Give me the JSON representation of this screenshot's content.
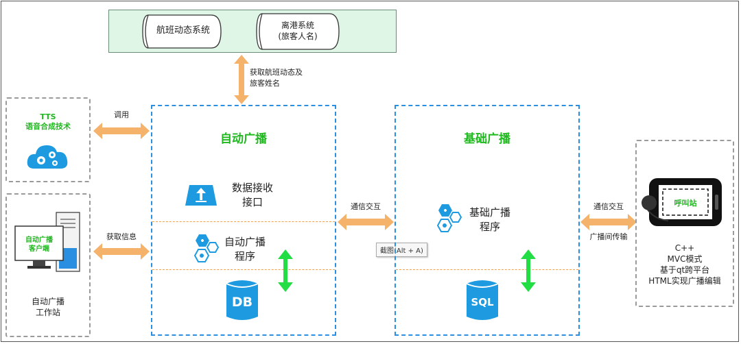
{
  "top_system": {
    "flight_system": "航班动态系统",
    "port_system": "离港系统\n(旅客人名)",
    "arrow_label": "获取航班动态及\n旅客姓名"
  },
  "tts": {
    "title": "TTS\n语音合成技术",
    "arrow_label": "调用"
  },
  "workstation": {
    "screen_label": "自动广播\n客户端",
    "caption": "自动广播\n工作站",
    "arrow_label": "获取信息"
  },
  "auto_broadcast": {
    "title": "自动广播",
    "data_interface": "数据接收\n接口",
    "program": "自动广播\n程序",
    "db_label": "DB"
  },
  "middle_link": {
    "arrow_label": "通信交互",
    "tooltip": "截图(Alt + A)"
  },
  "base_broadcast": {
    "title": "基础广播",
    "program": "基础广播\n程序",
    "db_label": "SQL"
  },
  "right_link": {
    "top_label": "通信交互",
    "bottom_label": "广播间传输"
  },
  "call_station": {
    "screen_label": "呼叫站",
    "specs": "C++\nMVC模式\n基于qt跨平台\nHTML实现广播编辑"
  },
  "colors": {
    "accent_blue": "#1e9be0",
    "arrow_orange": "#f5b26b",
    "arrow_green": "#22dd44",
    "title_green": "#1fb81f",
    "top_box_fill": "#dff5e6"
  }
}
